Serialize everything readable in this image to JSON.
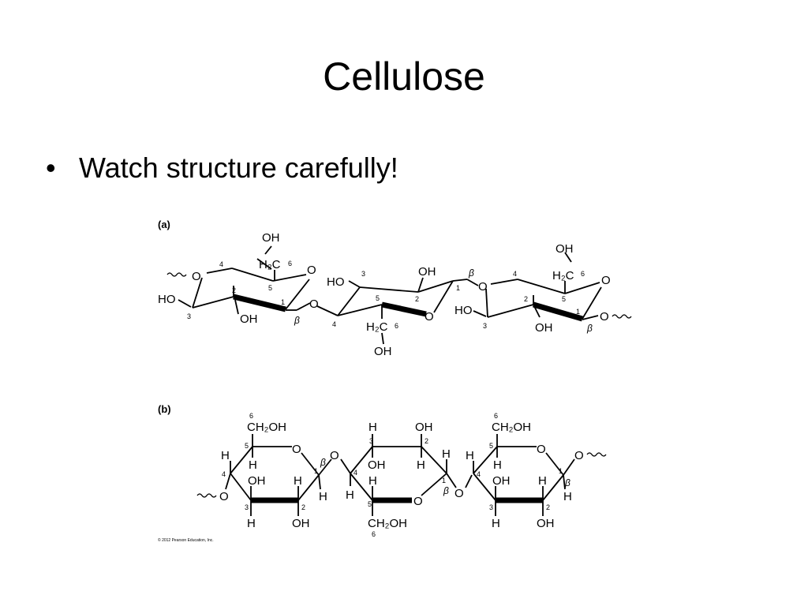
{
  "slide": {
    "title": "Cellulose",
    "bullet": "Watch structure carefully!"
  },
  "figure": {
    "panel_a_label": "(a)",
    "panel_b_label": "(b)",
    "copyright": "© 2012 Pearson Education, Inc.",
    "atoms": {
      "O": "O",
      "OH": "OH",
      "HO": "HO",
      "H": "H",
      "CH2OH": "CH₂OH",
      "H2C": "H₂C",
      "beta": "β"
    }
  }
}
